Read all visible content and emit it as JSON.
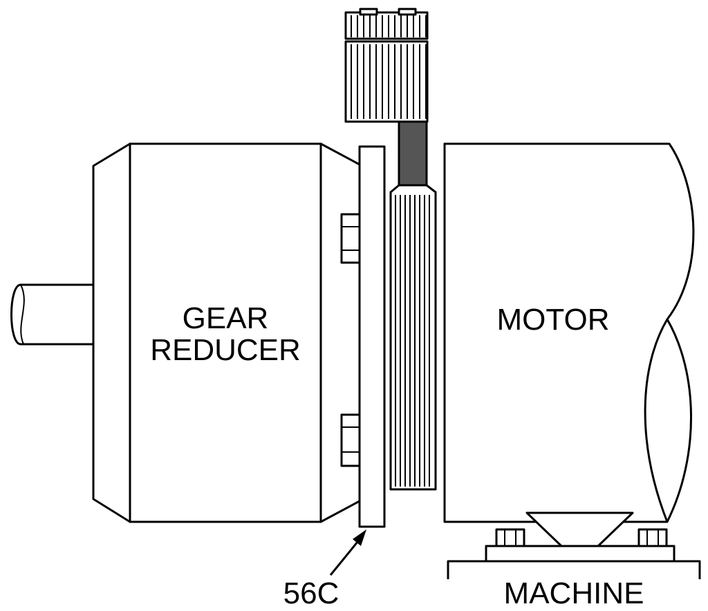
{
  "labels": {
    "gear_reducer_line1": "GEAR",
    "gear_reducer_line2": "REDUCER",
    "motor": "MOTOR",
    "flange": "56C",
    "machine": "MACHINE"
  },
  "colors": {
    "line": "#000000",
    "background": "#ffffff"
  }
}
